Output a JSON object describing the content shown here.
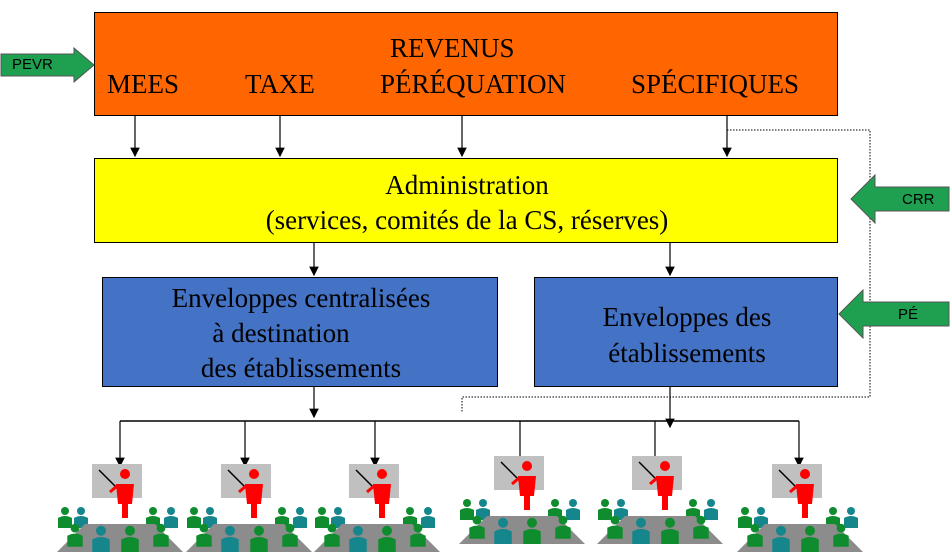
{
  "colors": {
    "revenus": "#ff6600",
    "admin": "#ffff00",
    "enveloppes": "#4472c4",
    "tag_arrow": "#1ea050",
    "teacher": "#ff0000",
    "board": "#c0c0c0",
    "student_green": "#0f8c2d",
    "student_teal": "#14868c",
    "table": "#8c8c8c"
  },
  "revenus": {
    "title": "REVENUS",
    "items": [
      "MEES",
      "TAXE",
      "PÉRÉQUATION",
      "SPÉCIFIQUES"
    ]
  },
  "admin": {
    "line1": "Administration",
    "line2": "(services, comités de la CS, réserves)"
  },
  "enveloppes_centralisees": {
    "line1": "Enveloppes centralisées",
    "line2": "à destination",
    "line3": "des établissements"
  },
  "enveloppes_etablissements": {
    "line1": "Enveloppes des",
    "line2": "établissements"
  },
  "tags": {
    "pevr": "PEVR",
    "crr": "CRR",
    "pe": "PÉ"
  },
  "classrooms": [
    "classroom",
    "classroom",
    "classroom",
    "classroom",
    "classroom",
    "classroom"
  ]
}
